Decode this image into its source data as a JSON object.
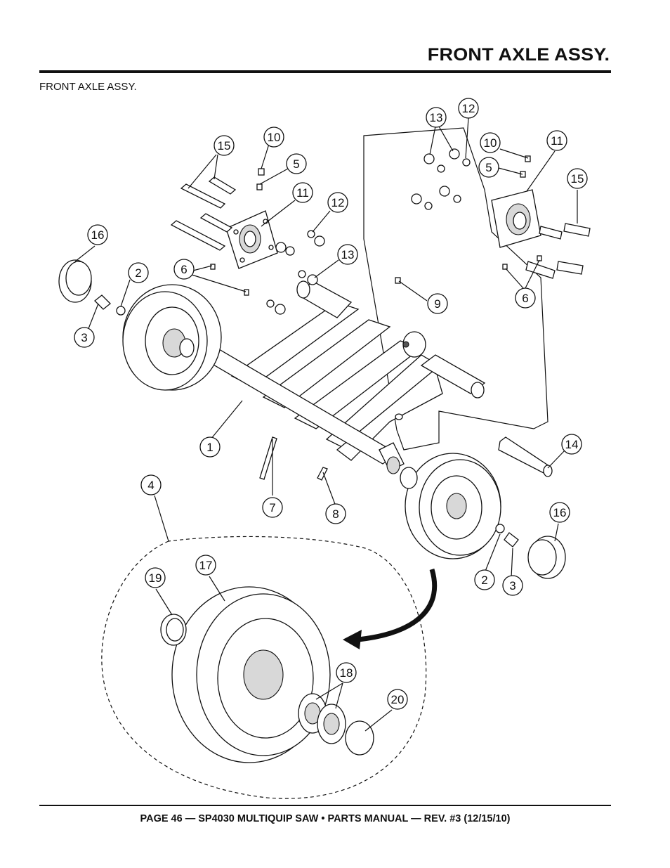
{
  "header": {
    "title": "FRONT AXLE ASSY."
  },
  "section": {
    "label": "FRONT AXLE ASSY."
  },
  "footer": {
    "text": "PAGE 46 — SP4030 MULTIQUIP SAW • PARTS MANUAL — REV. #3 (12/15/10)"
  },
  "callouts": [
    "1",
    "2",
    "3",
    "4",
    "5",
    "6",
    "7",
    "8",
    "9",
    "10",
    "11",
    "12",
    "13",
    "14",
    "15",
    "16",
    "17",
    "18",
    "19",
    "20"
  ]
}
